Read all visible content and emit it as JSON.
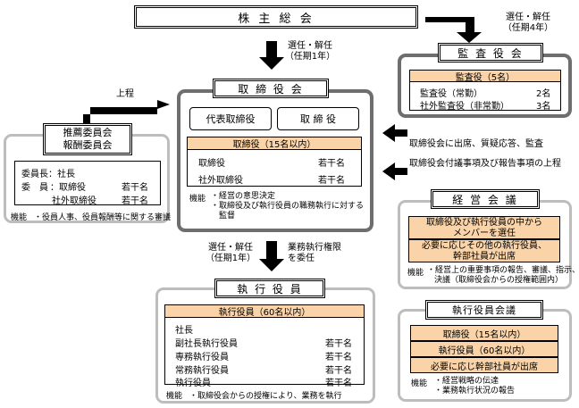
{
  "shareholders_meeting": {
    "title": "株 主 総 会"
  },
  "board": {
    "title": "取 締 役 会",
    "rep_director": "代表取締役",
    "director": "取 締 役",
    "members_header": "取締役（15名以内）",
    "members": [
      {
        "role": "取締役",
        "count": "若干名"
      },
      {
        "role": "社外取締役",
        "count": "若干名"
      }
    ],
    "function_label": "機能",
    "functions": [
      "・経営の意思決定",
      "・取締役及び執行役員の職務執行に対する",
      "　監督"
    ]
  },
  "auditors": {
    "title": "監 査 役 会",
    "header": "監査役（5名）",
    "members": [
      {
        "role": "監査役（常勤）",
        "count": "2名"
      },
      {
        "role": "社外監査役（非常勤）",
        "count": "3名"
      }
    ]
  },
  "nomination": {
    "title_line1": "推薦委員会",
    "title_line2": "報酬委員会",
    "chair": "委員長：社長",
    "members_label": "委　員",
    "members": [
      {
        "role": "：取締役",
        "count": "若干名"
      },
      {
        "role": "社外取締役",
        "count": "若干名"
      }
    ],
    "function_label": "機能",
    "function": "・役員人事、役員報酬等に関する審議"
  },
  "management_council": {
    "title": "経 営 会 議",
    "row1_line1": "取締役及び執行役員の中から",
    "row1_line2": "メンバーを選任",
    "row2_line1": "必要に応じその他の執行役員、",
    "row2_line2": "幹部社員が出席",
    "function_label": "機能",
    "function_line1": "・経営上の重要事項の報告、審議、指示、",
    "function_line2": "決議（取締役会からの授権範囲内）"
  },
  "executive_officers": {
    "title": "執 行 役 員",
    "header": "執行役員（60名以内）",
    "members": [
      {
        "role": "社長",
        "count": ""
      },
      {
        "role": "副社長執行役員",
        "count": "若干名"
      },
      {
        "role": "専務執行役員",
        "count": "若干名"
      },
      {
        "role": "常務執行役員",
        "count": "若干名"
      },
      {
        "role": "執行役員",
        "count": "若干名"
      }
    ],
    "function_label": "機能",
    "function": "・取締役会からの授権により、業務を執行"
  },
  "exec_officers_meeting": {
    "title": "執行役員会議",
    "rows": [
      "取締役（15名以内）",
      "執行役員（60名以内）",
      "必要に応じ幹部社員が出席"
    ],
    "function_label": "機能",
    "functions": [
      "・経営戦略の伝達",
      "・業務執行状況の報告"
    ]
  },
  "arrows": {
    "elect_board": [
      "選任・解任",
      "（任期1年）"
    ],
    "elect_auditors": [
      "選任・解任",
      "（任期4年）"
    ],
    "report_up": "上程",
    "audit": "取締役会に出席、質疑応答、監査",
    "council_report": "取締役会付議事項及び報告事項の上程",
    "elect_exec": [
      "選任・解任",
      "（任期1年）"
    ],
    "delegate": [
      "業務執行権限",
      "を委任"
    ]
  },
  "colors": {
    "orange_fill": "#fad3a8",
    "dark_frame": "#6e6e6e",
    "light_frame": "#bdbdbd"
  }
}
